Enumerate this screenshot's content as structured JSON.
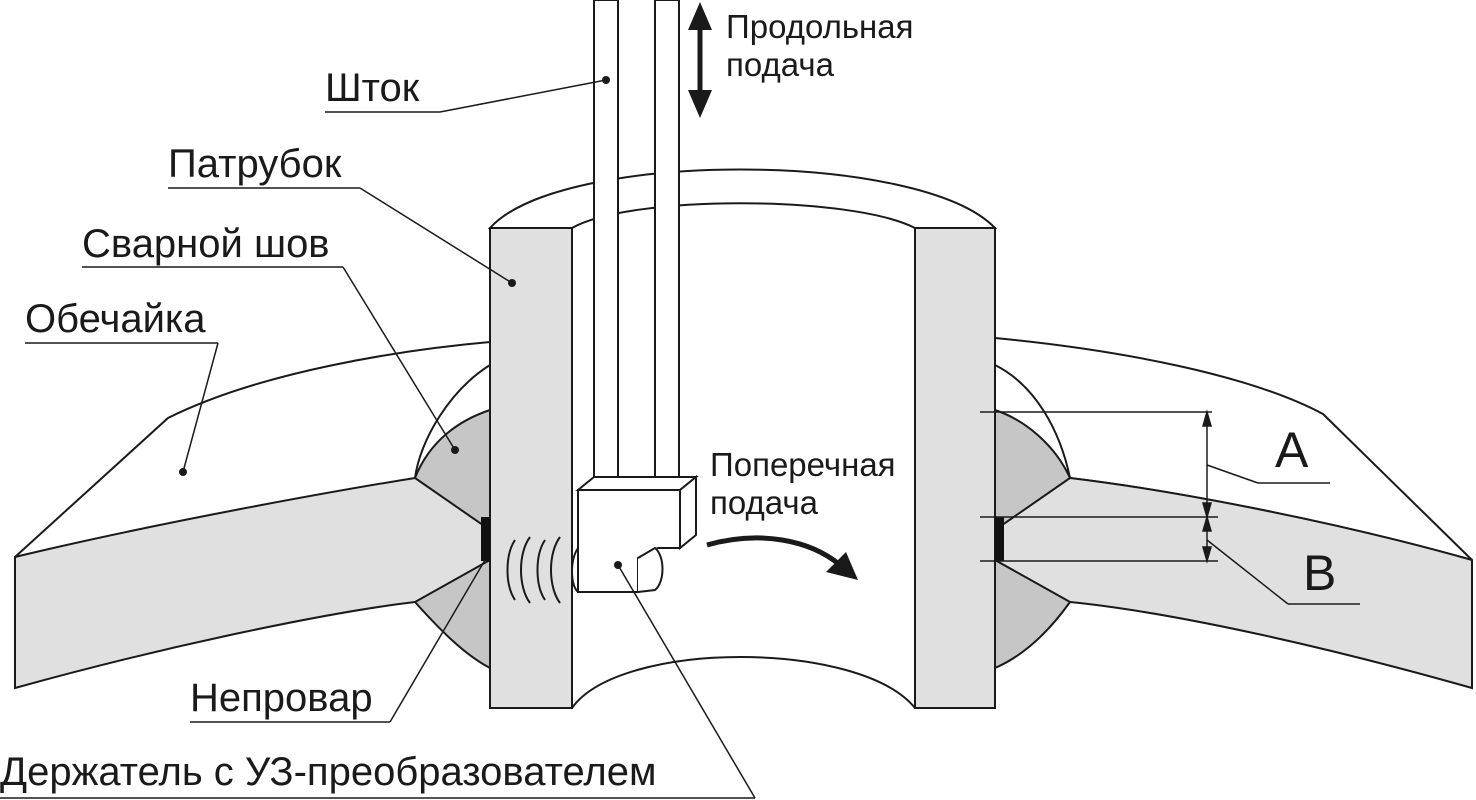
{
  "labels": {
    "rod": "Шток",
    "longitudinal_feed": "Продольная подача",
    "nozzle": "Патрубок",
    "weld": "Сварной шов",
    "shell": "Обечайка",
    "transverse_feed": "Поперечная подача",
    "lack_of_fusion": "Непровар",
    "holder": "Держатель с УЗ-преобразователем",
    "dim_a": "A",
    "dim_b": "B"
  },
  "colors": {
    "stroke": "#1a1a1a",
    "fill_light": "#e0e0e0",
    "fill_weld": "#c6c6c6",
    "defect": "#111111",
    "background": "#ffffff"
  }
}
